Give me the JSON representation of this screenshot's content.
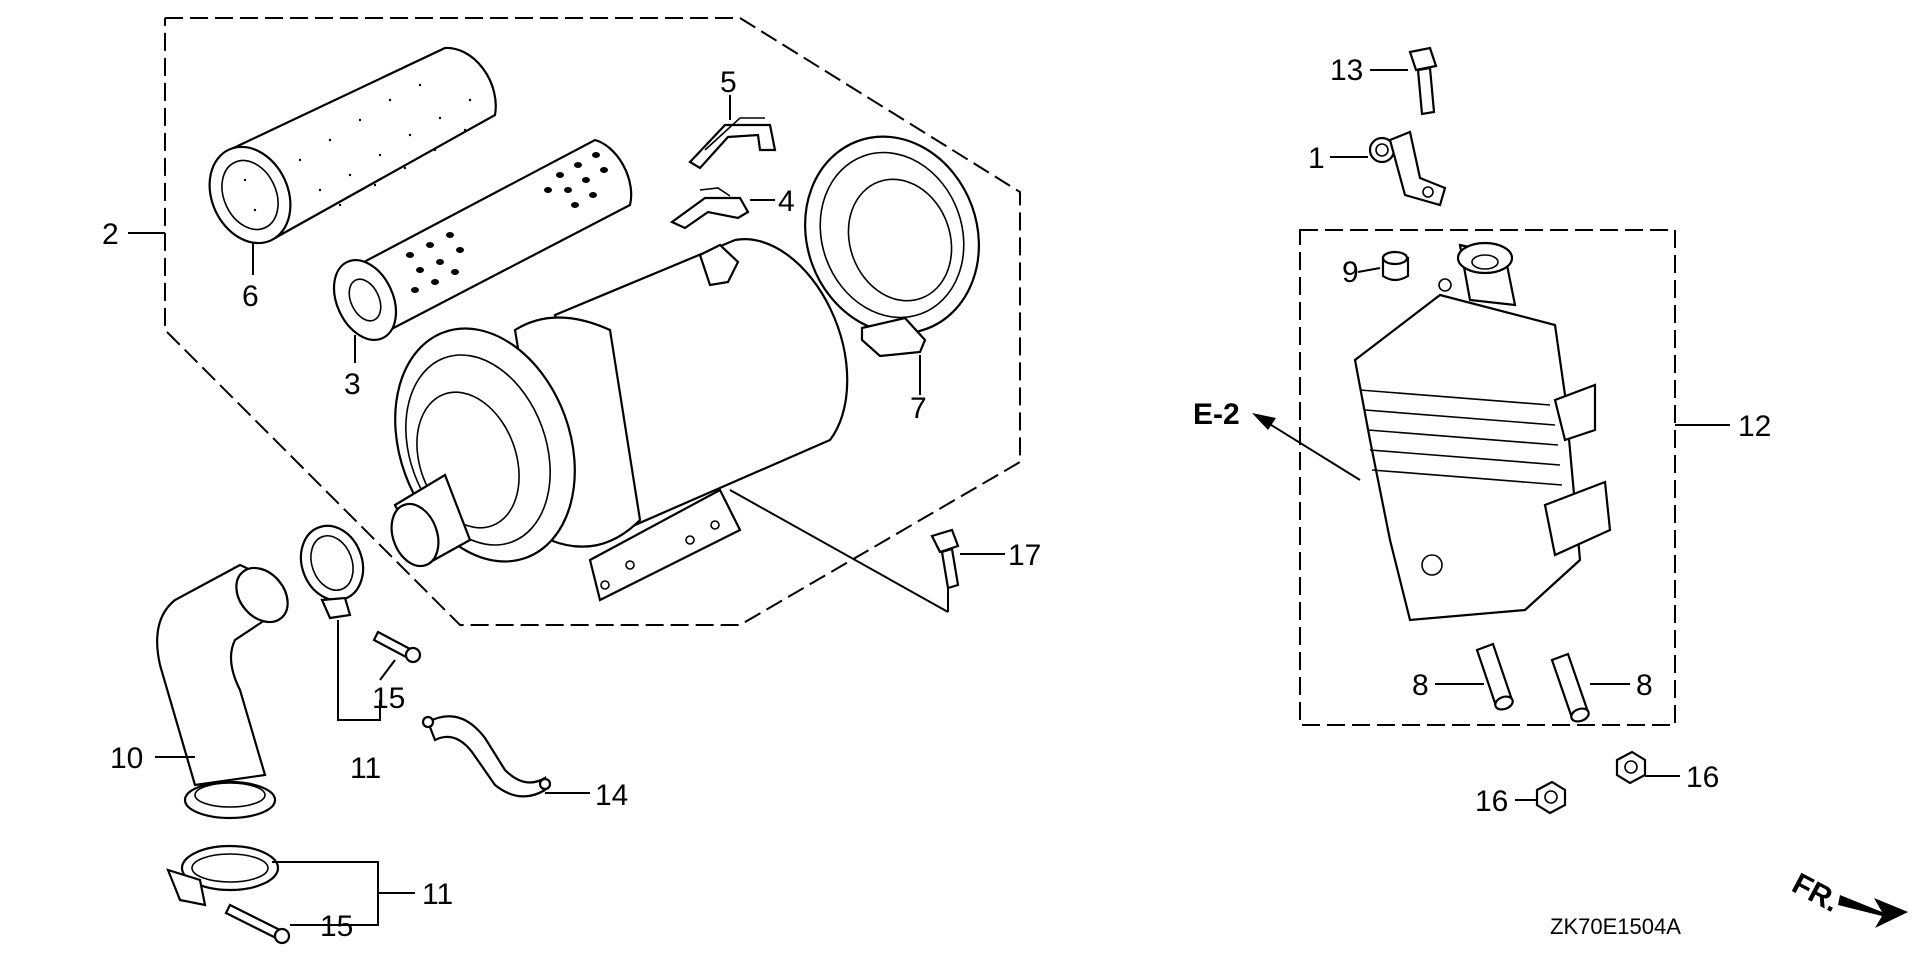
{
  "callouts": {
    "c1": "1",
    "c2": "2",
    "c3": "3",
    "c4": "4",
    "c5": "5",
    "c6": "6",
    "c7": "7",
    "c8a": "8",
    "c8b": "8",
    "c9": "9",
    "c10": "10",
    "c11a": "11",
    "c11b": "11",
    "c12": "12",
    "c13": "13",
    "c14": "14",
    "c15a": "15",
    "c15b": "15",
    "c16a": "16",
    "c16b": "16",
    "c17": "17"
  },
  "reference": {
    "section": "E-2"
  },
  "direction": {
    "label": "FR."
  },
  "diagram_code": "ZK70E1504A"
}
